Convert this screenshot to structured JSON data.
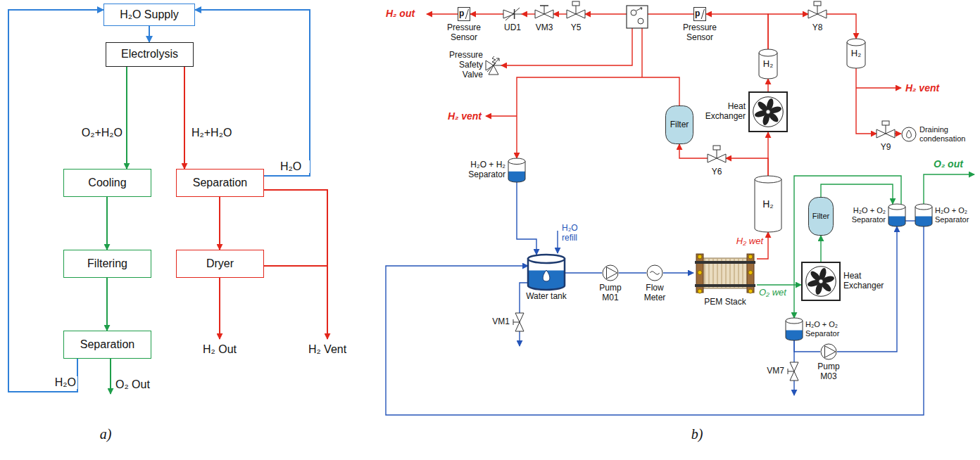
{
  "diagram": {
    "nodes": [
      {
        "text": [
          "H₂O Supply"
        ]
      },
      {
        "text": [
          "Electrolysis"
        ]
      },
      {
        "text": [
          "Cooling"
        ]
      },
      {
        "text": [
          "Separation"
        ]
      },
      {
        "text": [
          "Filtering"
        ]
      },
      {
        "text": [
          "Dryer"
        ]
      },
      {
        "text": [
          "Separation"
        ]
      },
      {
        "text": [
          "p",
          "Pressure Sensor"
        ]
      },
      {
        "text": [
          "UD1"
        ]
      },
      {
        "text": [
          "VM3"
        ]
      },
      {
        "text": [
          "Y5"
        ]
      },
      {
        "text": [
          "p",
          "Pressure Sensor"
        ]
      },
      {
        "text": [
          "Y8"
        ]
      },
      {
        "text": [
          "H₂"
        ]
      },
      {
        "text": [
          "H₂"
        ]
      },
      {
        "text": [
          "Pressure Safety Valve"
        ]
      },
      {
        "text": [
          "Filter"
        ]
      },
      {
        "text": [
          "Heat Exchanger"
        ]
      },
      {
        "text": [
          "Y9"
        ]
      },
      {
        "text": [
          "Draining condensation"
        ]
      },
      {
        "text": [
          "H₂O + H₂ Separator"
        ]
      },
      {
        "text": [
          "Y6"
        ]
      },
      {
        "text": [
          "H₂"
        ]
      },
      {
        "text": [
          "Filter"
        ]
      },
      {
        "text": [
          "H₂O + O₂ Separator"
        ]
      },
      {
        "text": [
          "H₂O + O₂ Separator"
        ]
      },
      {
        "text": [
          "Water tank"
        ]
      },
      {
        "text": [
          "Pump M01"
        ]
      },
      {
        "text": [
          "Flow Meter"
        ]
      },
      {
        "text": [
          "PEM Stack"
        ]
      },
      {
        "text": [
          "Heat Exchanger"
        ]
      },
      {
        "text": [
          "H₂O + O₂ Separator"
        ]
      },
      {
        "text": [
          "VM1"
        ]
      },
      {
        "text": [
          "Pump M03"
        ]
      },
      {
        "text": [
          "VM7"
        ]
      }
    ],
    "edges": [
      {
        "from": 0,
        "to": 1,
        "arrow": "to"
      },
      {
        "from": 1,
        "to": 2,
        "label": "O₂+H₂O",
        "arrow": "to"
      },
      {
        "from": 1,
        "to": 3,
        "label": "H₂+H₂O",
        "arrow": "to"
      },
      {
        "from": 2,
        "to": 4,
        "arrow": "to"
      },
      {
        "from": 4,
        "to": 6,
        "arrow": "to"
      },
      {
        "from": 3,
        "to": 5,
        "arrow": "to"
      },
      {
        "from": 3,
        "to": 0,
        "label": "H₂O",
        "arrow": "to"
      },
      {
        "from": 6,
        "to": 0,
        "label": "H₂O",
        "arrow": "to"
      },
      {
        "from": 8,
        "to": 7,
        "arrow": "to"
      },
      {
        "from": 9,
        "to": 8,
        "arrow": "to"
      },
      {
        "from": 10,
        "to": 9,
        "arrow": "to"
      },
      {
        "from": 11,
        "to": 10,
        "arrow": "to"
      },
      {
        "from": 13,
        "to": 11,
        "arrow": "to"
      },
      {
        "from": 13,
        "to": 12,
        "arrow": "to"
      },
      {
        "from": 12,
        "to": 14,
        "arrow": "to"
      },
      {
        "from": 14,
        "to": 18,
        "arrow": "to"
      },
      {
        "from": 18,
        "to": 19,
        "arrow": "to"
      },
      {
        "from": 17,
        "to": 13,
        "arrow": "to"
      },
      {
        "from": 22,
        "to": 17,
        "arrow": "to"
      },
      {
        "from": 22,
        "to": 21,
        "arrow": "to"
      },
      {
        "from": 21,
        "to": 16,
        "arrow": "to"
      },
      {
        "from": 16,
        "to": 20,
        "arrow": "to"
      },
      {
        "from": 29,
        "to": 22,
        "arrow": "to"
      },
      {
        "from": 26,
        "to": 27,
        "arrow": "none"
      },
      {
        "from": 27,
        "to": 28,
        "arrow": "none"
      },
      {
        "from": 28,
        "to": 29,
        "arrow": "to"
      },
      {
        "from": 29,
        "to": 30,
        "arrow": "to"
      },
      {
        "from": 30,
        "to": 23,
        "arrow": "to"
      },
      {
        "from": 23,
        "to": 24,
        "arrow": "to"
      },
      {
        "from": 24,
        "to": 31,
        "arrow": "to"
      },
      {
        "from": 24,
        "to": 25,
        "arrow": "none"
      },
      {
        "from": 31,
        "to": 33,
        "arrow": "none"
      },
      {
        "from": 33,
        "to": 24,
        "arrow": "to"
      },
      {
        "from": 31,
        "to": 34,
        "arrow": "none"
      },
      {
        "from": 25,
        "to": 26,
        "arrow": "to"
      },
      {
        "from": 20,
        "to": 26,
        "arrow": "to"
      },
      {
        "from": 26,
        "to": 32,
        "arrow": "none"
      }
    ],
    "labels": [
      "O₂ Out",
      "H₂ Out",
      "H₂ Vent",
      "a)",
      "H₂ out",
      "H₂ vent",
      "H₂ vent",
      "O₂ out",
      "H₂O refill",
      "H₂ wet",
      "O₂ wet",
      "b)"
    ]
  }
}
